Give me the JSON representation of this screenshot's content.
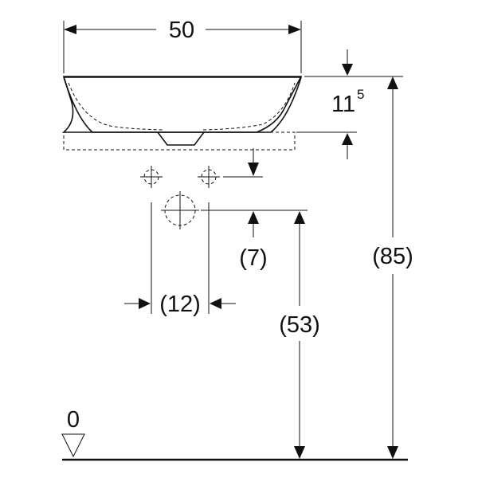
{
  "drawing": {
    "width_label": "50",
    "rim_height_label": "11",
    "rim_height_sup": "5",
    "total_height_label": "(85)",
    "drain_to_tap_label": "(7)",
    "tap_spacing_label": "(12)",
    "drain_height_label": "(53)",
    "floor_label": "0"
  }
}
